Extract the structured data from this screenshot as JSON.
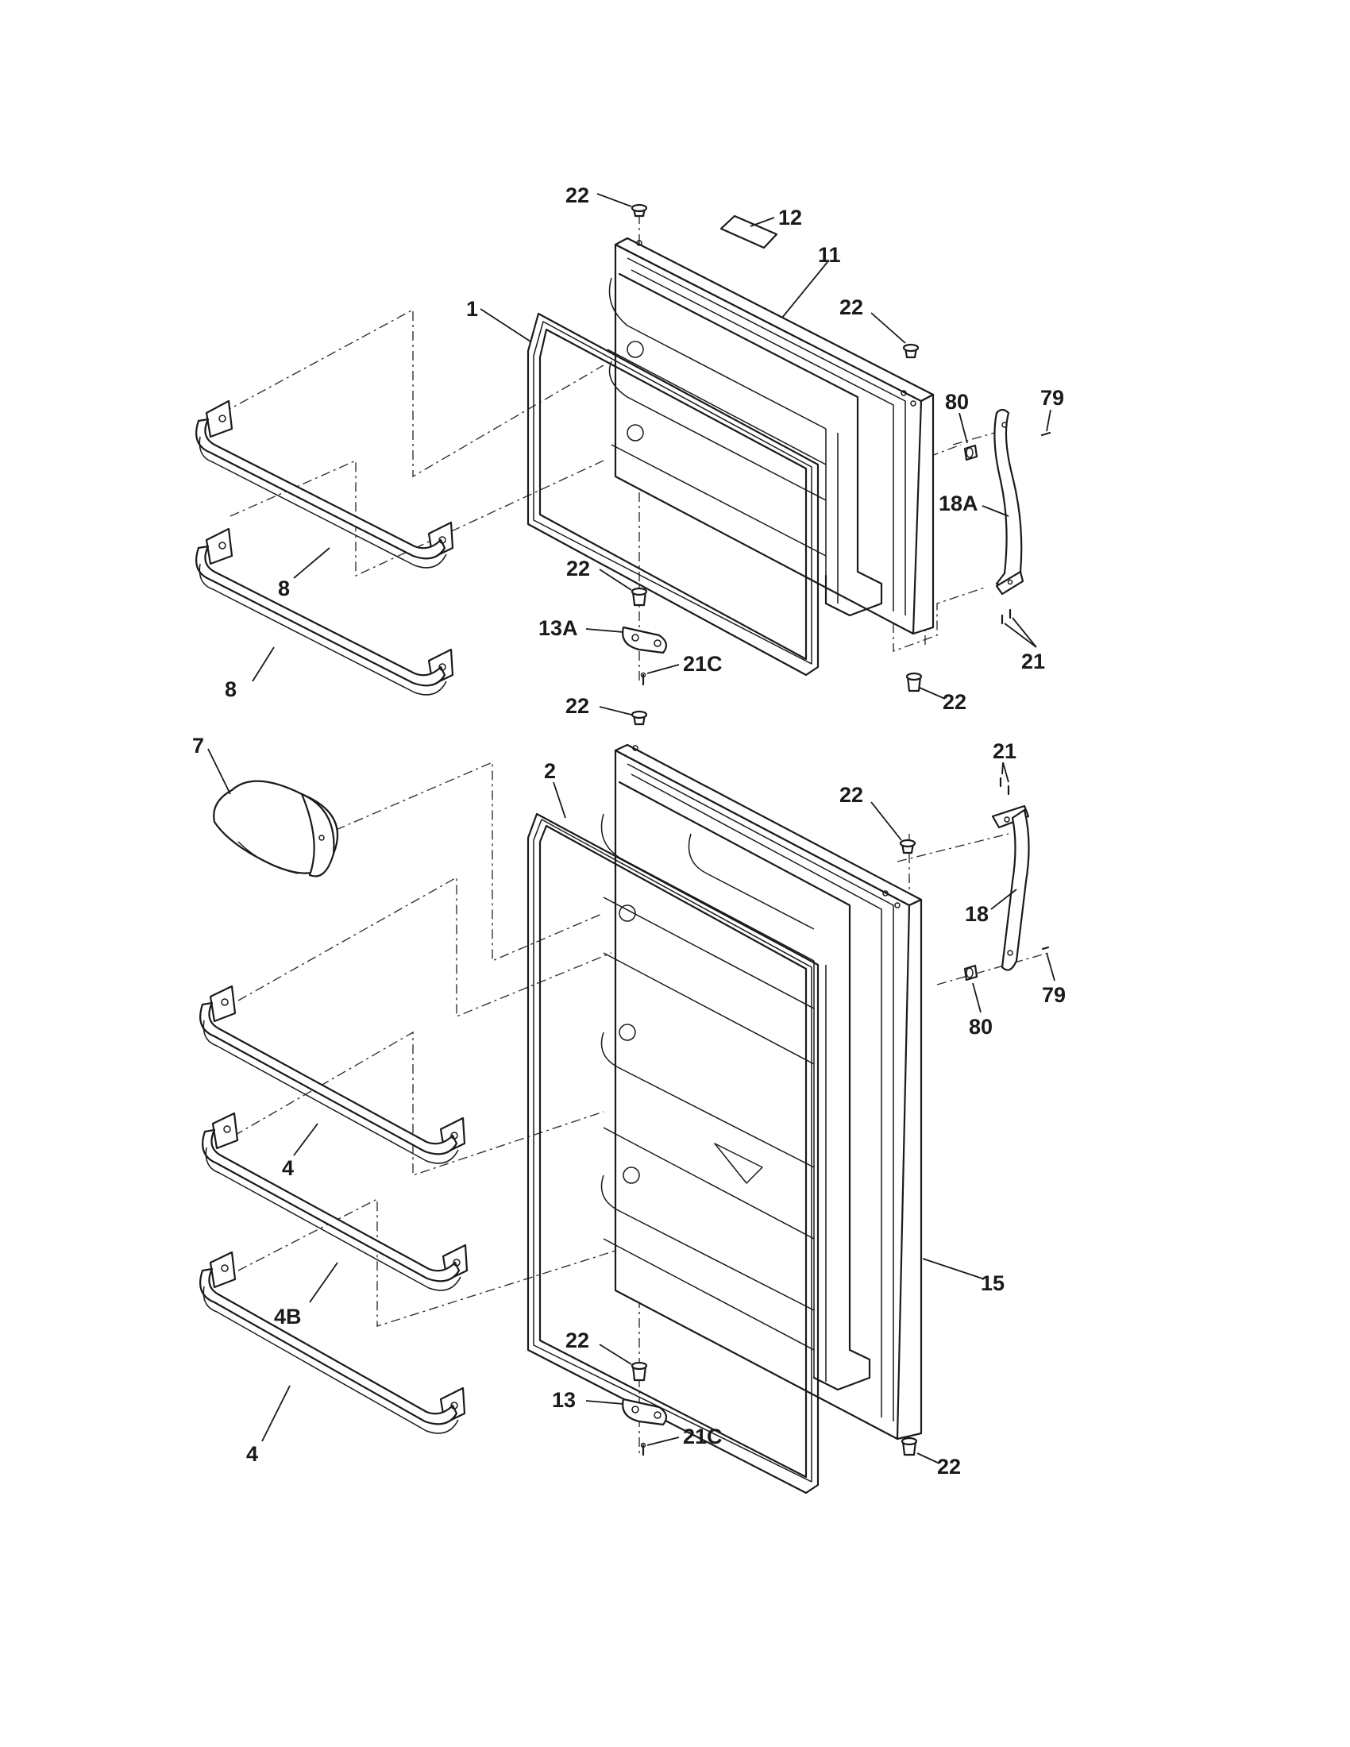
{
  "callouts": [
    {
      "id": "c22a",
      "text": "22"
    },
    {
      "id": "c12",
      "text": "12"
    },
    {
      "id": "c11",
      "text": "11"
    },
    {
      "id": "c22b",
      "text": "22"
    },
    {
      "id": "c1",
      "text": "1"
    },
    {
      "id": "c80a",
      "text": "80"
    },
    {
      "id": "c79a",
      "text": "79"
    },
    {
      "id": "c18A",
      "text": "18A"
    },
    {
      "id": "c8a",
      "text": "8"
    },
    {
      "id": "c22c",
      "text": "22"
    },
    {
      "id": "c13A",
      "text": "13A"
    },
    {
      "id": "c21Ca",
      "text": "21C"
    },
    {
      "id": "c8b",
      "text": "8"
    },
    {
      "id": "c21a",
      "text": "21"
    },
    {
      "id": "c22d",
      "text": "22"
    },
    {
      "id": "c22e",
      "text": "22"
    },
    {
      "id": "c7",
      "text": "7"
    },
    {
      "id": "c2",
      "text": "2"
    },
    {
      "id": "c21b",
      "text": "21"
    },
    {
      "id": "c22f",
      "text": "22"
    },
    {
      "id": "c18",
      "text": "18"
    },
    {
      "id": "c79b",
      "text": "79"
    },
    {
      "id": "c80b",
      "text": "80"
    },
    {
      "id": "c4a",
      "text": "4"
    },
    {
      "id": "c15",
      "text": "15"
    },
    {
      "id": "c4B",
      "text": "4B"
    },
    {
      "id": "c22g",
      "text": "22"
    },
    {
      "id": "c13",
      "text": "13"
    },
    {
      "id": "c21Cb",
      "text": "21C"
    },
    {
      "id": "c4b",
      "text": "4"
    },
    {
      "id": "c22h",
      "text": "22"
    }
  ]
}
